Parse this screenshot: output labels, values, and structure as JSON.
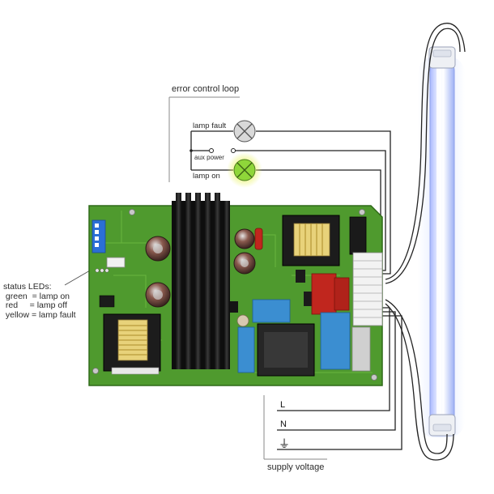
{
  "labels": {
    "error_loop": "error control loop",
    "lamp_fault": "lamp fault",
    "aux_power": "aux power",
    "lamp_on": "lamp  on",
    "supply_voltage": "supply voltage",
    "line": "L",
    "neutral": "N",
    "ground": "⏚"
  },
  "status": {
    "title": "status LEDs:",
    "green": " green  = lamp on",
    "red": " red     = lamp off",
    "yellow": " yellow = lamp fault"
  },
  "colors": {
    "pcb": "#4f9a2e",
    "lamp_glow": "#c9d6ff",
    "indicator_on": "#8fd63a",
    "indicator_off": "#d9d9d9",
    "wire": "#2a2a2a"
  }
}
